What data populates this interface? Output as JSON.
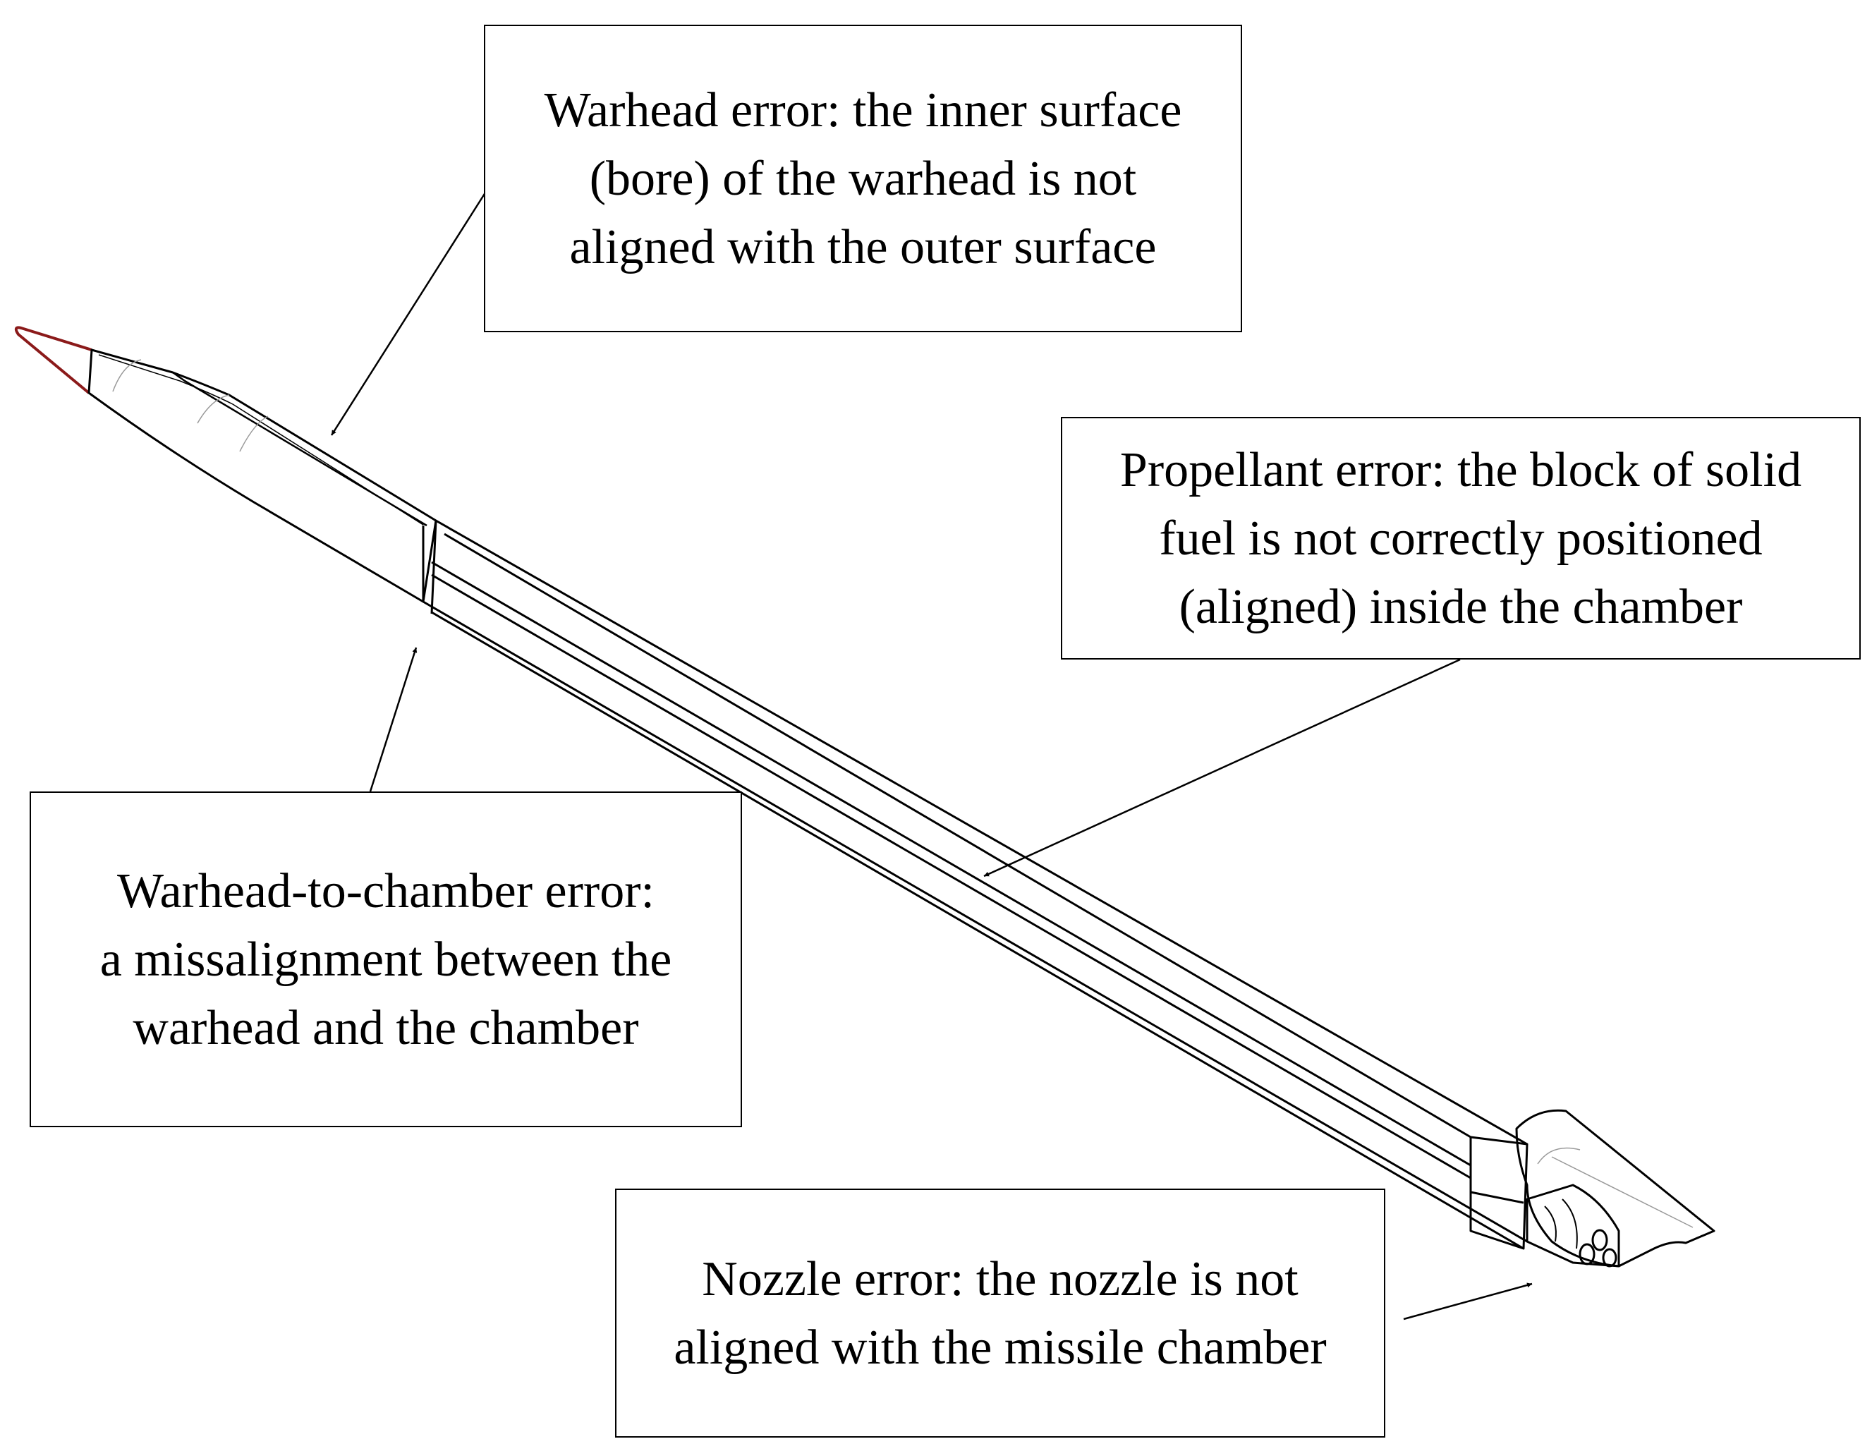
{
  "callouts": {
    "warhead": {
      "lines": [
        "Warhead error: the inner surface",
        "(bore) of the warhead is not",
        "aligned with the outer surface"
      ]
    },
    "propellant": {
      "lines": [
        "Propellant error: the block of solid",
        "fuel is not correctly positioned",
        "(aligned) inside the chamber"
      ]
    },
    "warhead_to_chamber": {
      "lines": [
        "Warhead-to-chamber error:",
        "a missalignment between the",
        "warhead and the chamber"
      ]
    },
    "nozzle": {
      "lines": [
        "Nozzle error: the nozzle is not",
        "aligned with the missile chamber"
      ]
    }
  },
  "colors": {
    "outline": "#000000",
    "tip": "#8b1a1a",
    "hidden_line": "#9a9a9a",
    "background": "#ffffff"
  }
}
